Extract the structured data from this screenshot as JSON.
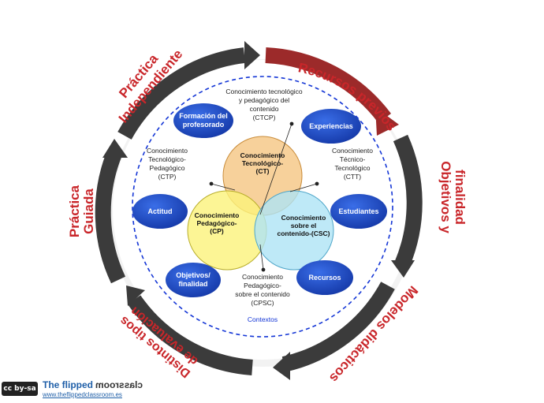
{
  "ring_labels": {
    "recursos_previos": "Recursos previos",
    "objetivos_1": "Objetivos y",
    "objetivos_2": "finalidad",
    "modelos": "Modelos didácticos",
    "evaluacion_1": "Distintos tipos",
    "evaluacion_2": "de evaluación",
    "guiada_1": "Práctica",
    "guiada_2": "Guiada",
    "indep_1": "Práctica",
    "indep_2": "Independiente"
  },
  "bubbles": {
    "formacion_1": "Formación del",
    "formacion_2": "profesorado",
    "experiencias": "Experiencias",
    "actitud": "Actitud",
    "estudiantes": "Estudiantes",
    "objetivos_1": "Objetivos/",
    "objetivos_2": "finalidad",
    "recursos": "Recursos"
  },
  "venn": {
    "ct_1": "Conocimiento",
    "ct_2": "Tecnológico-",
    "ct_3": "(CT)",
    "cp_1": "Conocimiento",
    "cp_2": "Pedagógico-",
    "cp_3": "(CP)",
    "csc_1": "Conocimiento",
    "csc_2": "sobre el",
    "csc_3": "contenido-(CSC)"
  },
  "annotations": {
    "ctcp_1": "Conocimiento tecnológico",
    "ctcp_2": "y pedagógico del",
    "ctcp_3": "contenido",
    "ctcp_4": "(CTCP)",
    "ctp_1": "Conocimiento",
    "ctp_2": "Tecnológico-",
    "ctp_3": "Pedagógico",
    "ctp_4": "(CTP)",
    "ctt_1": "Conocimiento",
    "ctt_2": "Técnico-",
    "ctt_3": "Tecnológico",
    "ctt_4": "(CTT)",
    "cpsc_1": "Conocimiento",
    "cpsc_2": "Pedagógico-",
    "cpsc_3": "sobre el contenido",
    "cpsc_4": "(CPSC)"
  },
  "contextos": "Contextos",
  "footer": {
    "badge": "cc by-sa",
    "brand_left": "The flipped",
    "brand_mirror": "classroom",
    "url": "www.theflippedclassroom.es"
  },
  "colors": {
    "ring_dark": "#3b3b3b",
    "ring_red": "#9c2a2a",
    "label_red": "#c9262a",
    "bubble_blue": "#1f4fc6",
    "dashed_blue": "#1436d6",
    "ct_fill": "#f6c98a",
    "cp_fill": "#fbf37a",
    "csc_fill": "#aee3f5"
  }
}
